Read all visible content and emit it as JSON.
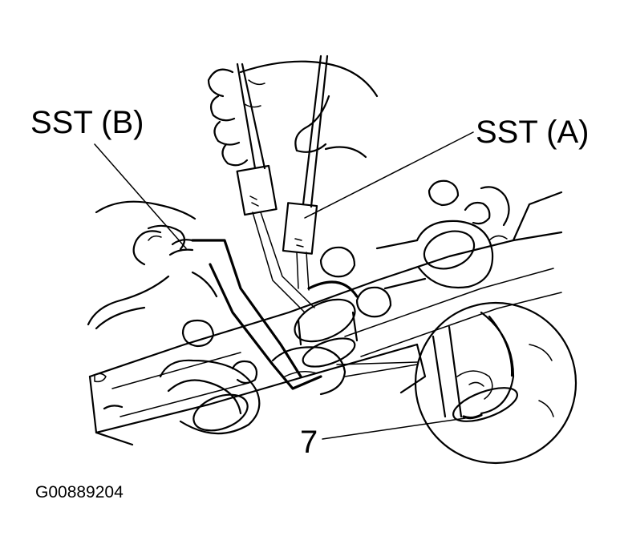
{
  "labels": {
    "sst_b": "SST (B)",
    "sst_a": "SST (A)",
    "callout_7": "7",
    "figure_code": "G00889204"
  },
  "icons": {
    "left_hand": "hand-holding-wrench-icon",
    "right_hand": "hand-holding-tool-icon",
    "detail_circle": "magnifier-detail-icon"
  },
  "colors": {
    "ink": "#000000",
    "paper": "#ffffff"
  }
}
